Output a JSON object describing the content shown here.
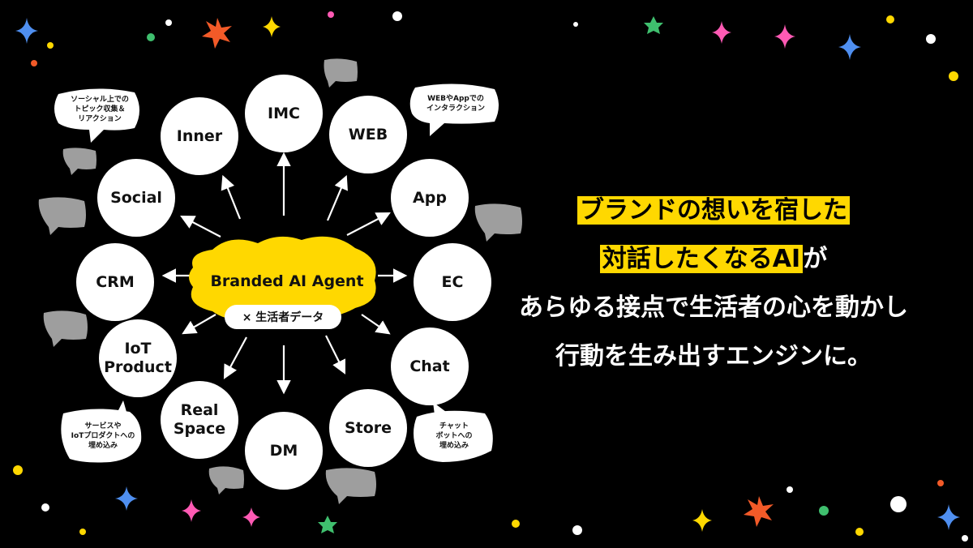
{
  "hub": {
    "title": "Branded AI Agent",
    "subtitle": "× 生活者データ"
  },
  "nodes": [
    {
      "id": "imc",
      "label": "IMC"
    },
    {
      "id": "web",
      "label": "WEB"
    },
    {
      "id": "app",
      "label": "App"
    },
    {
      "id": "ec",
      "label": "EC"
    },
    {
      "id": "chat",
      "label": "Chat"
    },
    {
      "id": "store",
      "label": "Store"
    },
    {
      "id": "dm",
      "label": "DM"
    },
    {
      "id": "real-space",
      "label": "Real\nSpace"
    },
    {
      "id": "iot-product",
      "label": "IoT\nProduct"
    },
    {
      "id": "crm",
      "label": "CRM"
    },
    {
      "id": "social",
      "label": "Social"
    },
    {
      "id": "inner",
      "label": "Inner"
    }
  ],
  "callouts": {
    "social": "ソーシャル上での\nトピック収集＆\nリアクション",
    "web_app": "WEBやAppでの\nインタラクション",
    "iot": "サービスや\nIoTプロダクトへの\n埋め込み",
    "chat": "チャット\nボットへの\n埋め込み"
  },
  "headline": {
    "line1": "ブランドの想いを宿した",
    "line2_highlight": "対話したくなるAI",
    "line2_rest": "が",
    "line3": "あらゆる接点で生活者の心を動かし",
    "line4": "行動を生み出すエンジンに。"
  },
  "colors": {
    "background": "#000000",
    "accent_yellow": "#ffd800",
    "node_fill": "#ffffff",
    "bubble_gray": "#9e9e9e",
    "text_light": "#ffffff",
    "text_dark": "#111111"
  }
}
